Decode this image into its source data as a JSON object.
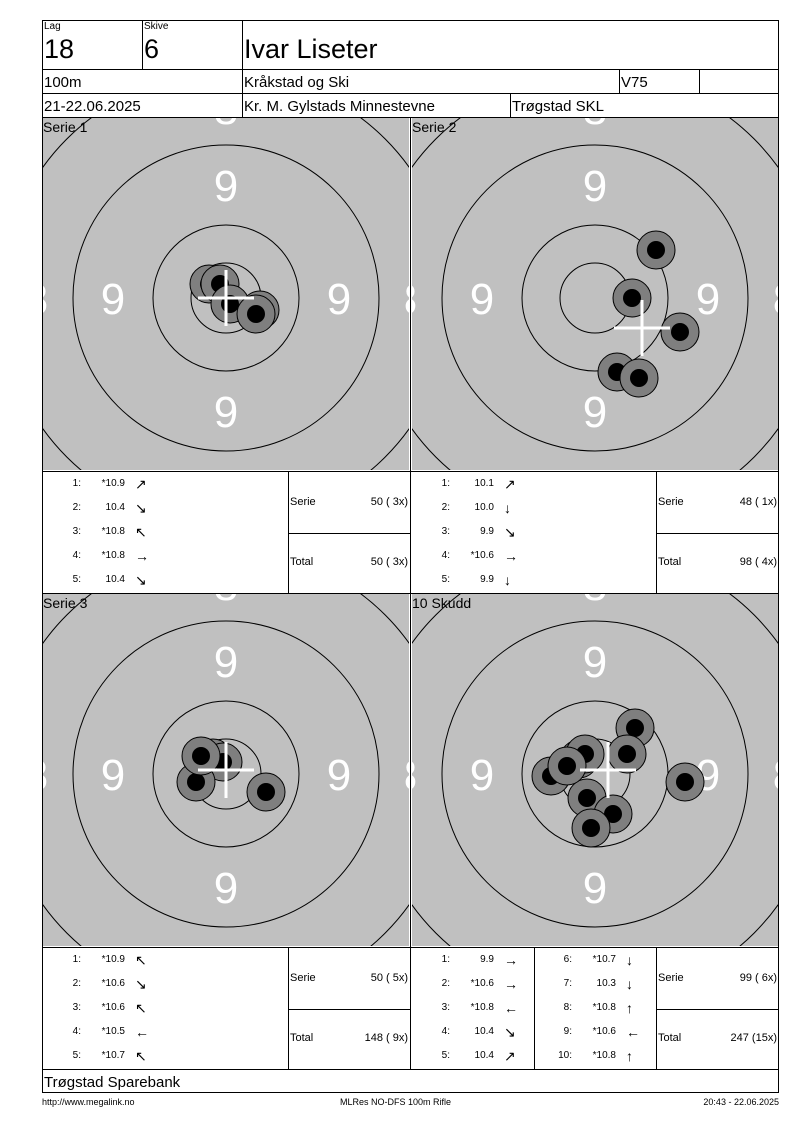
{
  "header": {
    "lag_label": "Lag",
    "lag_value": "18",
    "skive_label": "Skive",
    "skive_value": "6",
    "shooter_name": "Ivar Liseter",
    "distance": "100m",
    "club": "Kråkstad og Ski",
    "class": "V75",
    "date": "21-22.06.2025",
    "event": "Kr. M. Gylstads Minnestevne",
    "organizer": "Trøgstad SKL"
  },
  "colors": {
    "target_bg": "#c0c0c0",
    "shot_ring": "#7f7f7f",
    "shot_core": "#000000",
    "ring_number": "#ffffff"
  },
  "ring_numbers": {
    "nine": "9",
    "eight": "8"
  },
  "panels": [
    {
      "label": "Serie 1",
      "shots": [
        {
          "n": "1:",
          "value": "*10.9",
          "dir": "↗"
        },
        {
          "n": "2:",
          "value": "10.4",
          "dir": "↘"
        },
        {
          "n": "3:",
          "value": "*10.8",
          "dir": "↖"
        },
        {
          "n": "4:",
          "value": "*10.8",
          "dir": "→"
        },
        {
          "n": "5:",
          "value": "10.4",
          "dir": "↘"
        }
      ],
      "serie_label": "Serie",
      "serie_value": "50 ( 3x)",
      "total_label": "Total",
      "total_value": "50 ( 3x)"
    },
    {
      "label": "Serie 2",
      "shots": [
        {
          "n": "1:",
          "value": "10.1",
          "dir": "↗"
        },
        {
          "n": "2:",
          "value": "10.0",
          "dir": "↓"
        },
        {
          "n": "3:",
          "value": "9.9",
          "dir": "↘"
        },
        {
          "n": "4:",
          "value": "*10.6",
          "dir": "→"
        },
        {
          "n": "5:",
          "value": "9.9",
          "dir": "↓"
        }
      ],
      "serie_label": "Serie",
      "serie_value": "48 ( 1x)",
      "total_label": "Total",
      "total_value": "98 ( 4x)"
    },
    {
      "label": "Serie 3",
      "shots": [
        {
          "n": "1:",
          "value": "*10.9",
          "dir": "↖"
        },
        {
          "n": "2:",
          "value": "*10.6",
          "dir": "↘"
        },
        {
          "n": "3:",
          "value": "*10.6",
          "dir": "↖"
        },
        {
          "n": "4:",
          "value": "*10.5",
          "dir": "←"
        },
        {
          "n": "5:",
          "value": "*10.7",
          "dir": "↖"
        }
      ],
      "serie_label": "Serie",
      "serie_value": "50 ( 5x)",
      "total_label": "Total",
      "total_value": "148 ( 9x)"
    },
    {
      "label": "10 Skudd",
      "shots": [
        {
          "n": "1:",
          "value": "9.9",
          "dir": "→"
        },
        {
          "n": "2:",
          "value": "*10.6",
          "dir": "→"
        },
        {
          "n": "3:",
          "value": "*10.8",
          "dir": "←"
        },
        {
          "n": "4:",
          "value": "10.4",
          "dir": "↘"
        },
        {
          "n": "5:",
          "value": "10.4",
          "dir": "↗"
        }
      ],
      "shots2": [
        {
          "n": "6:",
          "value": "*10.7",
          "dir": "↓"
        },
        {
          "n": "7:",
          "value": "10.3",
          "dir": "↓"
        },
        {
          "n": "8:",
          "value": "*10.8",
          "dir": "↑"
        },
        {
          "n": "9:",
          "value": "*10.6",
          "dir": "←"
        },
        {
          "n": "10:",
          "value": "*10.8",
          "dir": "↑"
        }
      ],
      "serie_label": "Serie",
      "serie_value": "99 ( 6x)",
      "total_label": "Total",
      "total_value": "247 (15x)"
    }
  ],
  "sponsor": "Trøgstad Sparebank",
  "footer": {
    "url": "http://www.megalink.no",
    "software": "MLRes NO-DFS 100m Rifle",
    "timestamp": "20:43 - 22.06.2025"
  }
}
